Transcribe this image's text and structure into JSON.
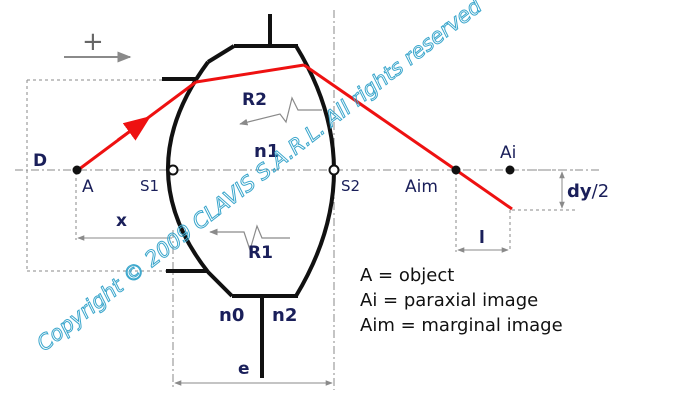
{
  "labels": {
    "plus_sign": "+",
    "D": "D",
    "A": "A",
    "x": "x",
    "S1": "S1",
    "S2": "S2",
    "R1": "R1",
    "R2": "R2",
    "n0": "n0",
    "n1": "n1",
    "n2": "n2",
    "e": "e",
    "Ai": "Ai",
    "Aim": "Aim",
    "l": "l",
    "dy": "dy",
    "dy_suffix": "/2"
  },
  "legend": [
    "A = object",
    "Ai = paraxial image",
    "Aim = marginal image"
  ],
  "watermark": "Copyright © 2009 CLAVIS S.A.R.L. All rights reserved",
  "colors": {
    "ray": "#ee1111",
    "lens": "#111111",
    "dim": "#8a8a8a",
    "label": "#1a1f5a",
    "watermark": "#3aa6cc"
  }
}
